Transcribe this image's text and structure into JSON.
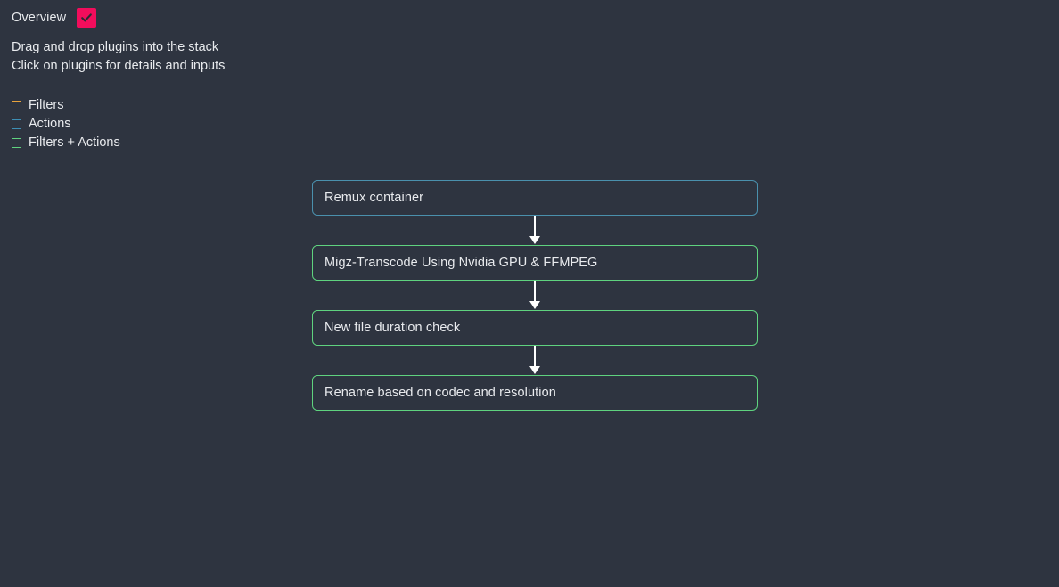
{
  "header": {
    "title": "Overview",
    "checkbox_checked": true,
    "checkbox_color": "#f20d5c",
    "check_icon": "check-icon"
  },
  "instructions": [
    "Drag and drop plugins into the stack",
    "Click on plugins for details and inputs"
  ],
  "legend": {
    "items": [
      {
        "label": "Filters",
        "color": "#e8a33d",
        "icon": "square-outline-icon"
      },
      {
        "label": "Actions",
        "color": "#3d8fb5",
        "icon": "square-outline-icon"
      },
      {
        "label": "Filters + Actions",
        "color": "#5fd37f",
        "icon": "square-outline-icon"
      }
    ]
  },
  "flow": {
    "arrow_icon": "arrow-down-icon",
    "arrow_color": "#ffffff",
    "nodes": [
      {
        "label": "Remux container",
        "border_color": "#4a90ad",
        "category": "Actions"
      },
      {
        "label": "Migz-Transcode Using Nvidia GPU & FFMPEG",
        "border_color": "#5fd37f",
        "category": "Filters + Actions"
      },
      {
        "label": "New file duration check",
        "border_color": "#5fd37f",
        "category": "Filters + Actions"
      },
      {
        "label": "Rename based on codec and resolution",
        "border_color": "#5fd37f",
        "category": "Filters + Actions"
      }
    ]
  },
  "theme": {
    "background": "#2e3440",
    "text": "#e9ebee"
  }
}
